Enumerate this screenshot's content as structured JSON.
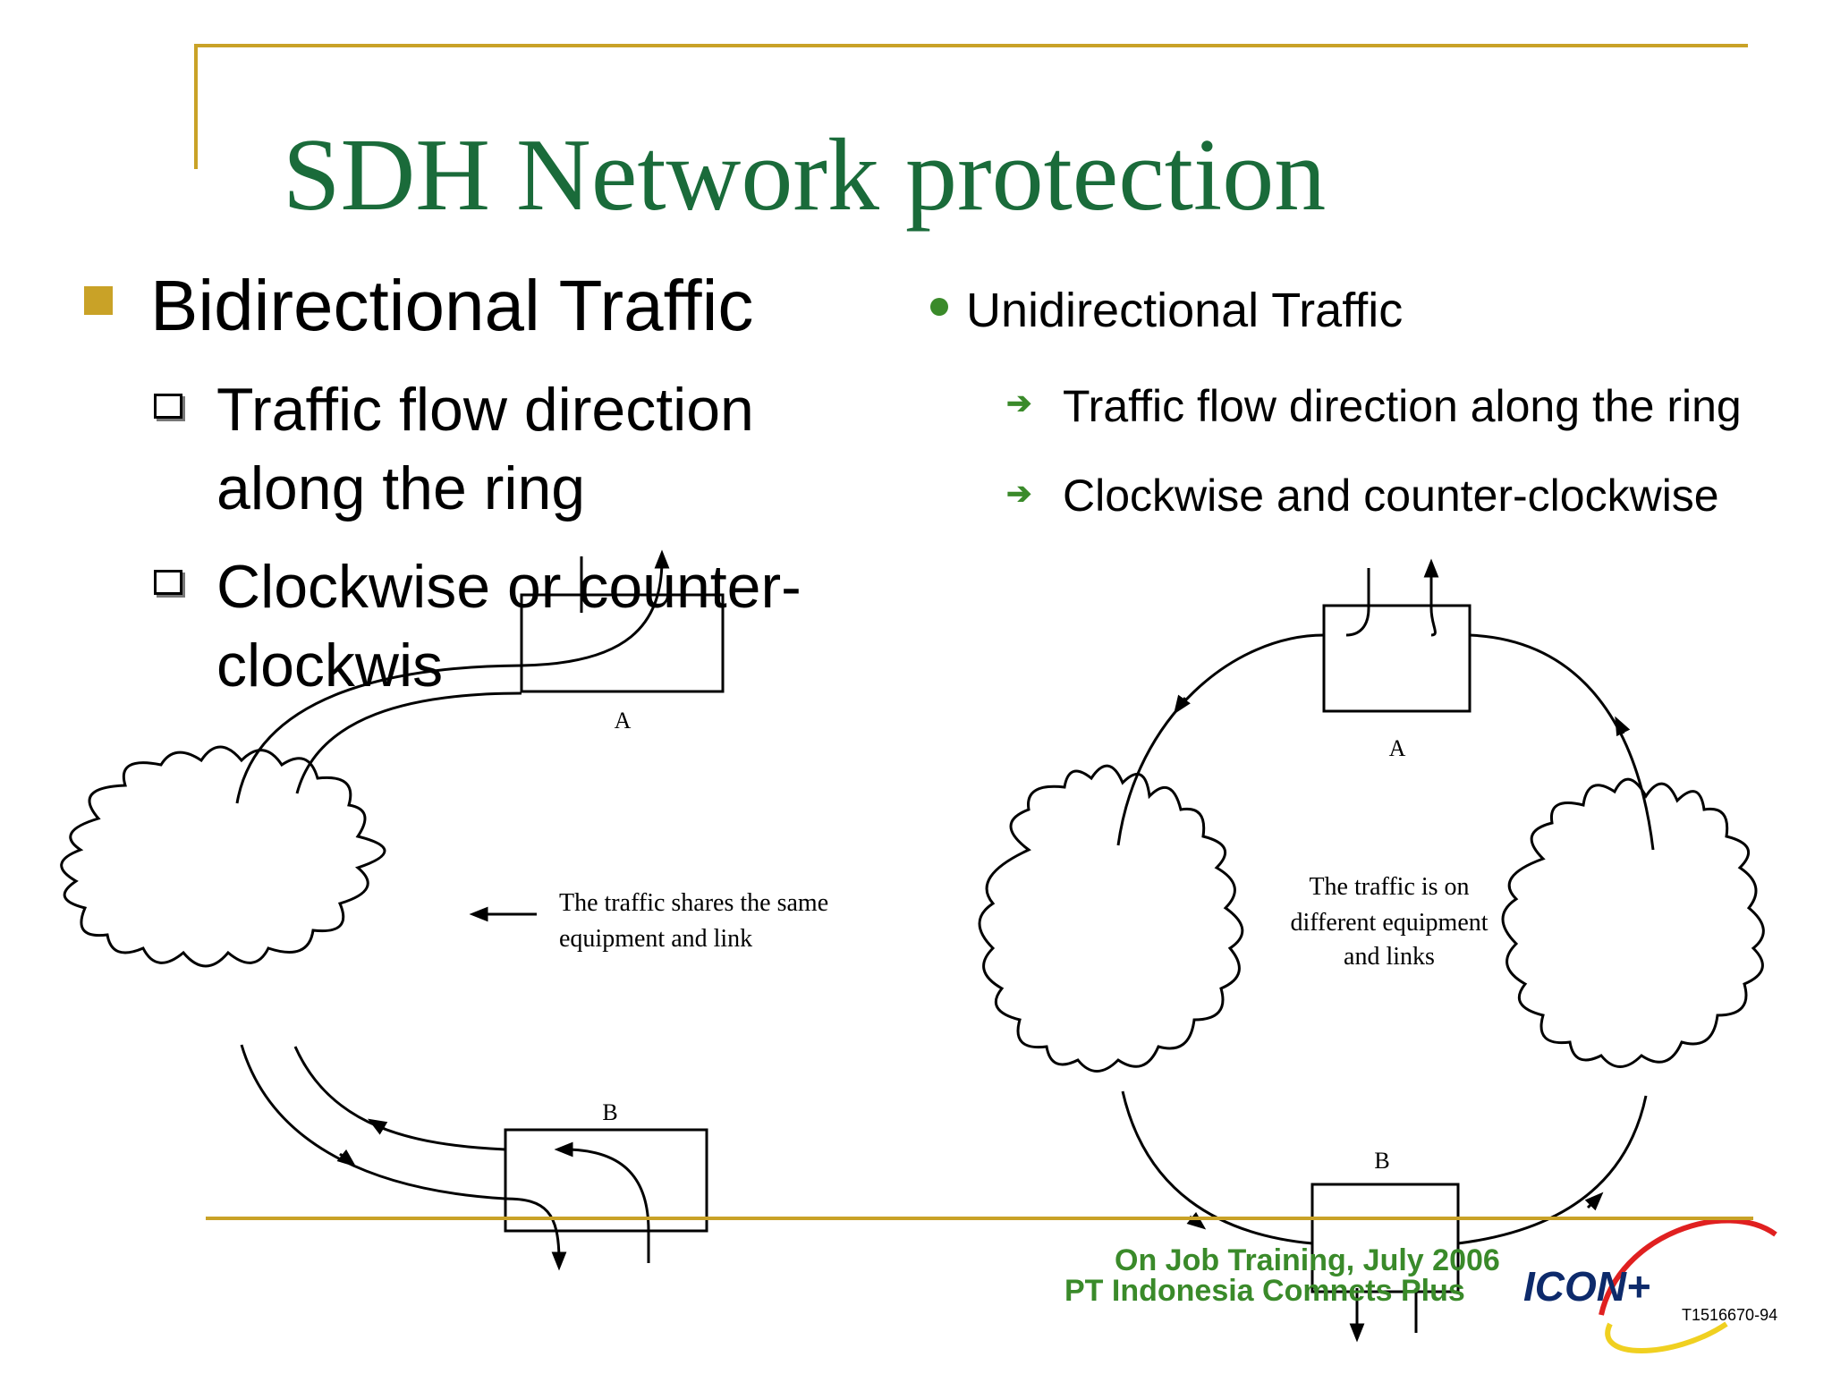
{
  "slide": {
    "title": "SDH Network protection",
    "left": {
      "heading": "Bidirectional Traffic",
      "items": [
        "Traffic flow direction",
        "along the ring",
        "Clockwise or counter-",
        "clockwis"
      ]
    },
    "right": {
      "heading": "Unidirectional Traffic",
      "items": [
        "Traffic flow direction along the ring",
        "Clockwise and counter-clockwise"
      ]
    }
  },
  "diagram_left": {
    "node_a": "A",
    "node_b": "B",
    "note_line1": "The traffic shares the same",
    "note_line2": "equipment and link"
  },
  "diagram_right": {
    "node_a": "A",
    "node_b": "B",
    "note_line1": "The traffic is on",
    "note_line2": "different equipment",
    "note_line3": "and links"
  },
  "footer": {
    "line1": "On Job Training, July 2006",
    "line2": "PT Indonesia Comnets Plus",
    "logo_text": "ICON+",
    "figure_id": "T1516670-94"
  },
  "colors": {
    "accent": "#c9a227",
    "title": "#1a6b3a",
    "footer": "#3a8a2a"
  }
}
